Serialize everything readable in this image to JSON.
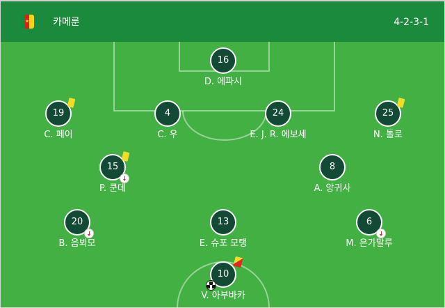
{
  "header": {
    "flag_icon": "cameroon-flag",
    "team_name": "카메룬",
    "formation": "4-2-3-1"
  },
  "colors": {
    "header_bg": "#1b8a3c",
    "pitch_bg": "#43b043",
    "player_circle": "#134a35",
    "yellow_card": "#f2dc2a",
    "red_card": "#e0281f"
  },
  "players": [
    {
      "number": "16",
      "name": "D. 에파시",
      "yellow_card": false,
      "red_card": false,
      "substituted": false,
      "goal": false
    },
    {
      "number": "19",
      "name": "C. 페이",
      "yellow_card": true,
      "red_card": false,
      "substituted": false,
      "goal": false
    },
    {
      "number": "4",
      "name": "C. 우",
      "yellow_card": false,
      "red_card": false,
      "substituted": false,
      "goal": false
    },
    {
      "number": "24",
      "name": "E. J. R. 에보세",
      "yellow_card": false,
      "red_card": false,
      "substituted": false,
      "goal": false
    },
    {
      "number": "25",
      "name": "N. 톨로",
      "yellow_card": true,
      "red_card": false,
      "substituted": false,
      "goal": false
    },
    {
      "number": "15",
      "name": "P. 쿤데",
      "yellow_card": true,
      "red_card": false,
      "substituted": true,
      "goal": false
    },
    {
      "number": "8",
      "name": "A. 앙귀사",
      "yellow_card": false,
      "red_card": false,
      "substituted": false,
      "goal": false
    },
    {
      "number": "20",
      "name": "B. 음뵈모",
      "yellow_card": false,
      "red_card": false,
      "substituted": true,
      "goal": false
    },
    {
      "number": "13",
      "name": "E. 슈포 모탱",
      "yellow_card": false,
      "red_card": false,
      "substituted": false,
      "goal": false
    },
    {
      "number": "6",
      "name": "M. 은가말루",
      "yellow_card": false,
      "red_card": false,
      "substituted": true,
      "goal": false
    },
    {
      "number": "10",
      "name": "V. 아부바카",
      "yellow_card": false,
      "red_card": true,
      "substituted": false,
      "goal": true
    }
  ]
}
